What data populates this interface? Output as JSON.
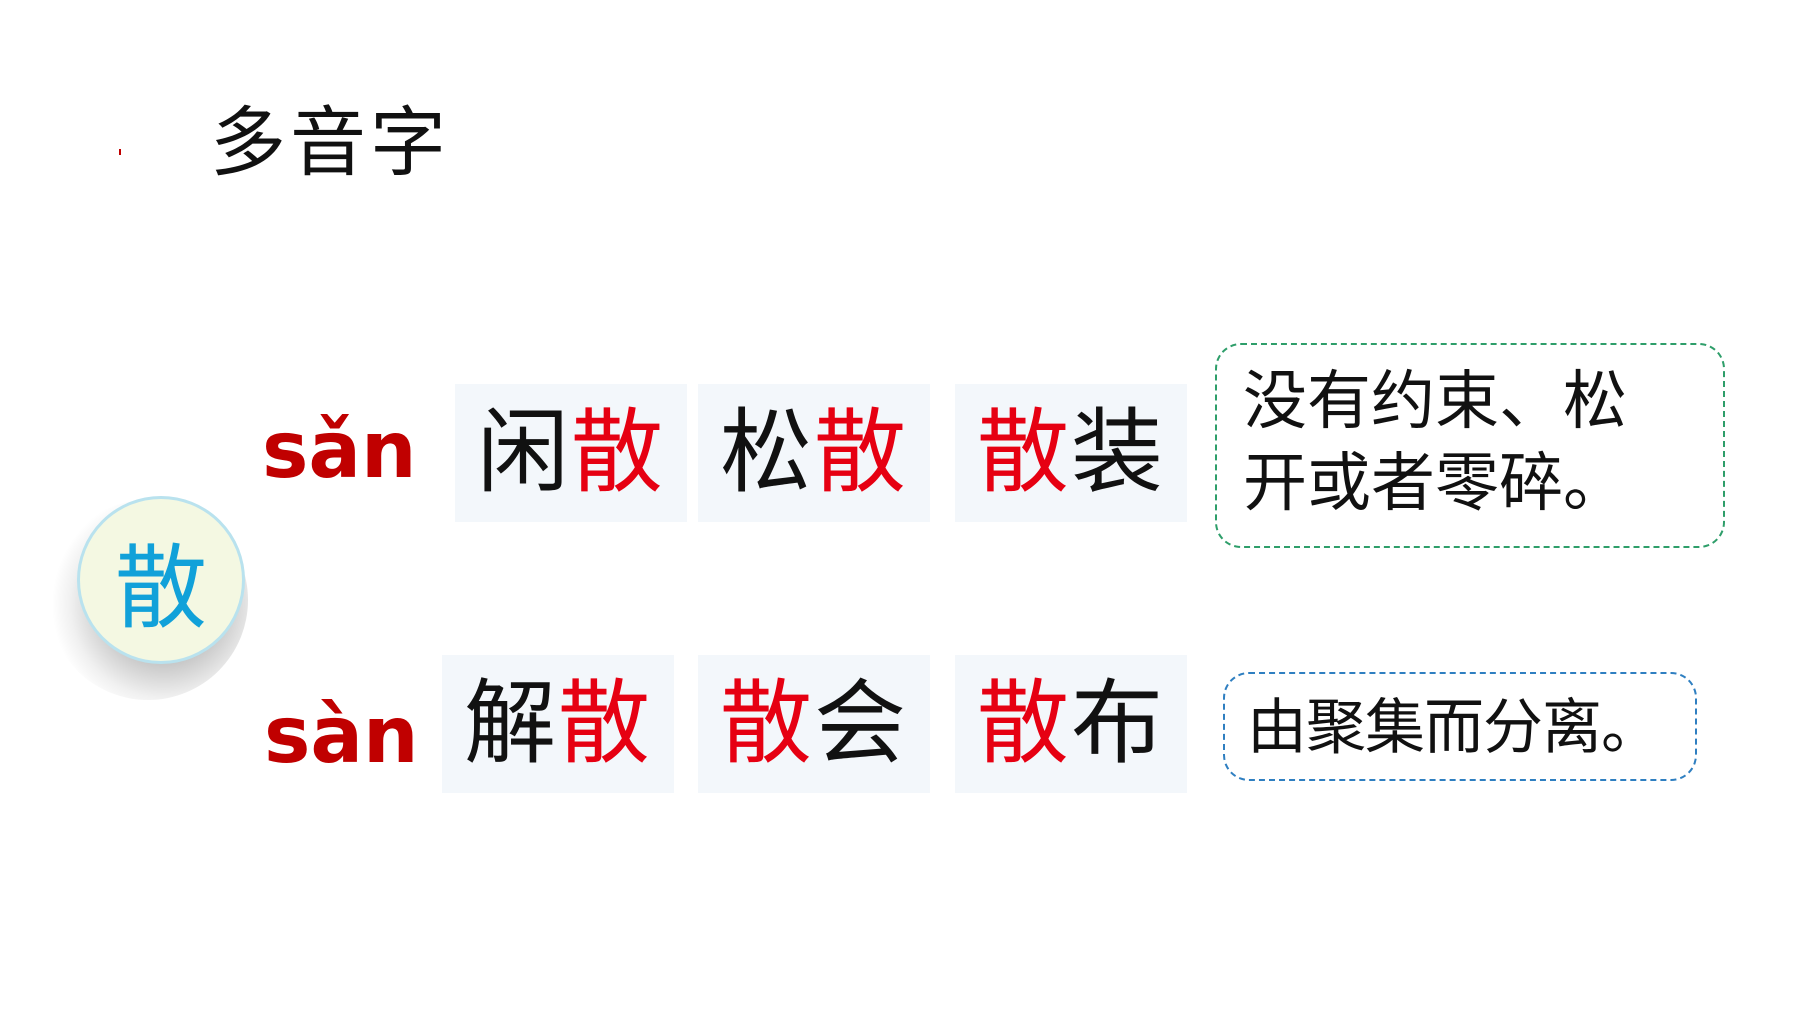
{
  "title": "多音字",
  "character": "散",
  "readings": [
    {
      "pinyin": "sǎn",
      "words": [
        {
          "parts": [
            "闲",
            "散"
          ]
        },
        {
          "parts": [
            "松",
            "散"
          ]
        },
        {
          "parts": [
            "散",
            "装"
          ]
        }
      ],
      "meaning_line1": "没有约束、松",
      "meaning_line2": "开或者零碎。"
    },
    {
      "pinyin": "sàn",
      "words": [
        {
          "parts": [
            "解",
            "散"
          ]
        },
        {
          "parts": [
            "散",
            "会"
          ]
        },
        {
          "parts": [
            "散",
            "布"
          ]
        }
      ],
      "meaning_line1": "由聚集而分离。"
    }
  ],
  "colors": {
    "pinyin": "#c00000",
    "highlight": "#e60012",
    "character_circle_text": "#11a1d9",
    "word_background": "#f3f7fb",
    "meaning1_border": "#2e9e6a",
    "meaning2_border": "#2f7fc1"
  }
}
